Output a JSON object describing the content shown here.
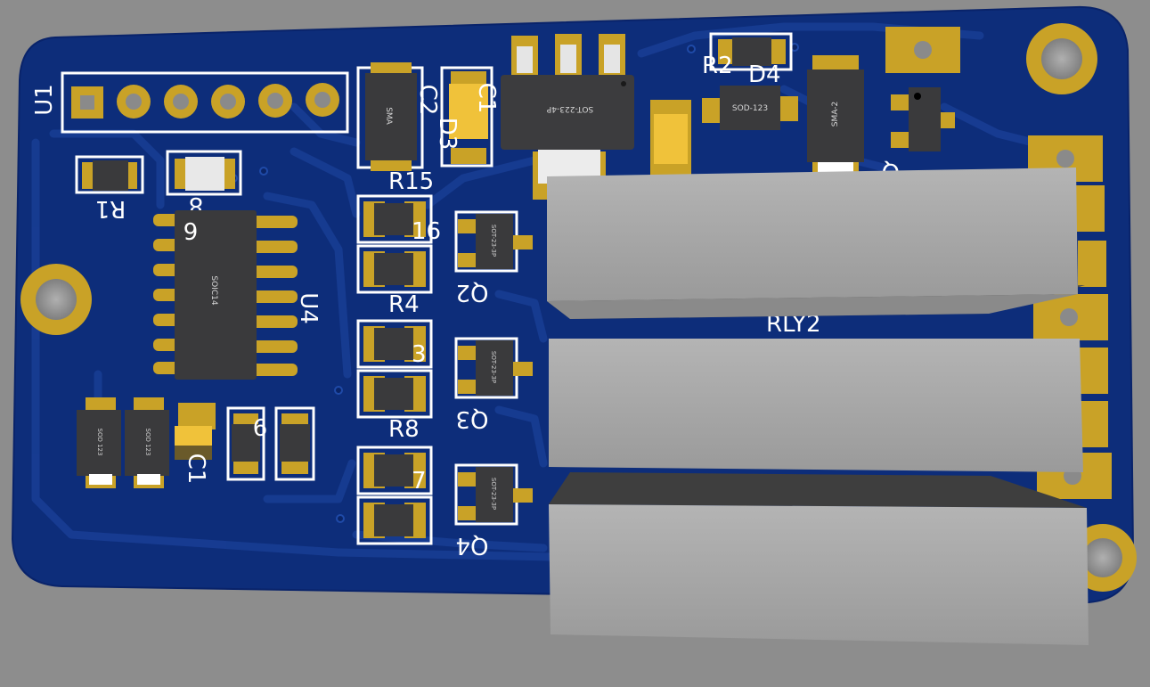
{
  "colors": {
    "background": "#8d8d8d",
    "board": "#0d2d7a",
    "trace": "#163a8e",
    "pad": "#c9a227",
    "silkscreen": "#ffffff",
    "component_body": "#3a3a3c",
    "relay_body": "#a8a8a8"
  },
  "designators": {
    "u1": "U1",
    "u4": "U4",
    "r1": "R1",
    "r2": "R2",
    "r4": "R4",
    "r8": "R8",
    "r15": "R15",
    "c2": "C2",
    "d3": "D3",
    "d4": "D4",
    "q2": "Q2",
    "q3": "Q3",
    "q4": "Q4",
    "rly2": "RLY2",
    "c1": "C1",
    "r16": "16",
    "r13": "3",
    "r17": "7",
    "x6": "6",
    "x9": "9",
    "x8": "8",
    "xd1": "Q"
  },
  "packages": {
    "soic14": "SOIC14",
    "sma": "SMA",
    "sma2": "SMA-2",
    "sod123": "SOD-123",
    "sod123_small": "SOD 123",
    "sot223": "SOT-223-4P",
    "sot23": "SOT-23-3P"
  }
}
